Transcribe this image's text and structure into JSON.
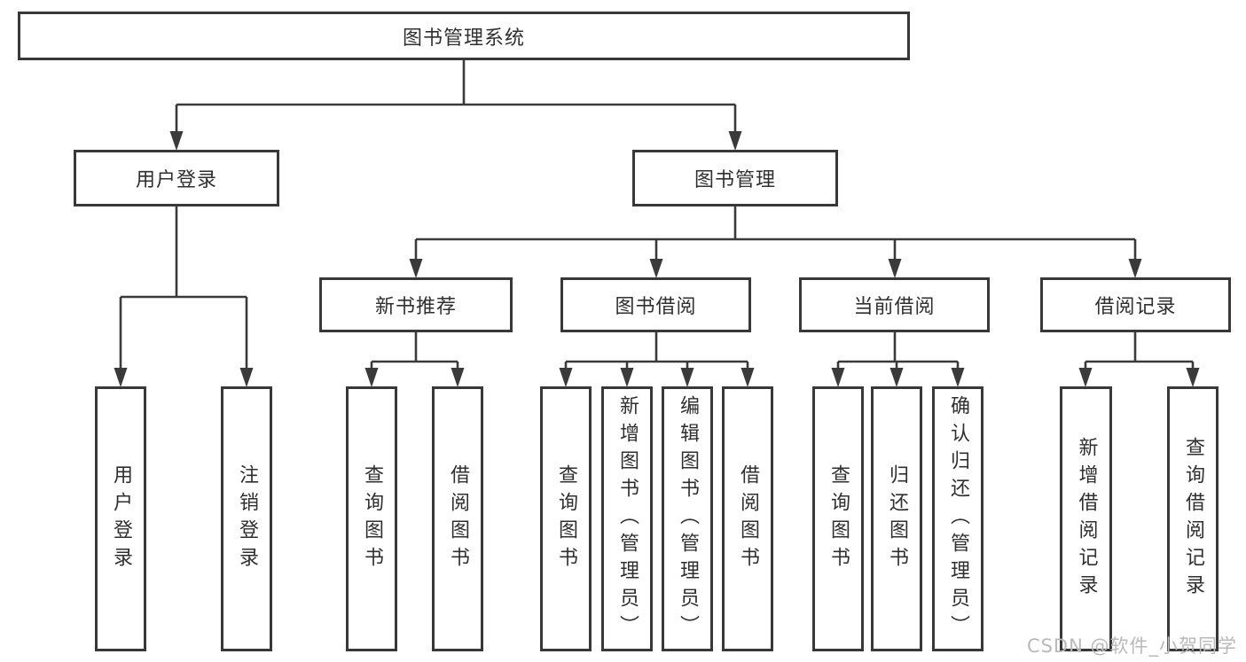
{
  "diagram": {
    "root": {
      "label": "图书管理系统"
    },
    "level2": [
      {
        "label": "用户登录"
      },
      {
        "label": "图书管理"
      }
    ],
    "level3": [
      {
        "label": "新书推荐"
      },
      {
        "label": "图书借阅"
      },
      {
        "label": "当前借阅"
      },
      {
        "label": "借阅记录"
      }
    ],
    "leaves": {
      "user_login": [
        {
          "label": "用户登录"
        },
        {
          "label": "注销登录"
        }
      ],
      "new_book": [
        {
          "label": "查询图书"
        },
        {
          "label": "借阅图书"
        }
      ],
      "book_borrow": [
        {
          "label": "查询图书"
        },
        {
          "label": "新增图书（管理员）"
        },
        {
          "label": "编辑图书（管理员）"
        },
        {
          "label": "借阅图书"
        }
      ],
      "current_borrow": [
        {
          "label": "查询图书"
        },
        {
          "label": "归还图书"
        },
        {
          "label": "确认归还（管理员）"
        }
      ],
      "borrow_record": [
        {
          "label": "新增借阅记录"
        },
        {
          "label": "查询借阅记录"
        }
      ]
    }
  },
  "watermark": {
    "text": "CSDN @软件_小贺同学"
  },
  "colors": {
    "line": "#3a3a3a",
    "border": "#383838",
    "text": "#2f2f2f",
    "watermark": "#b9b9b9",
    "background": "#ffffff"
  }
}
